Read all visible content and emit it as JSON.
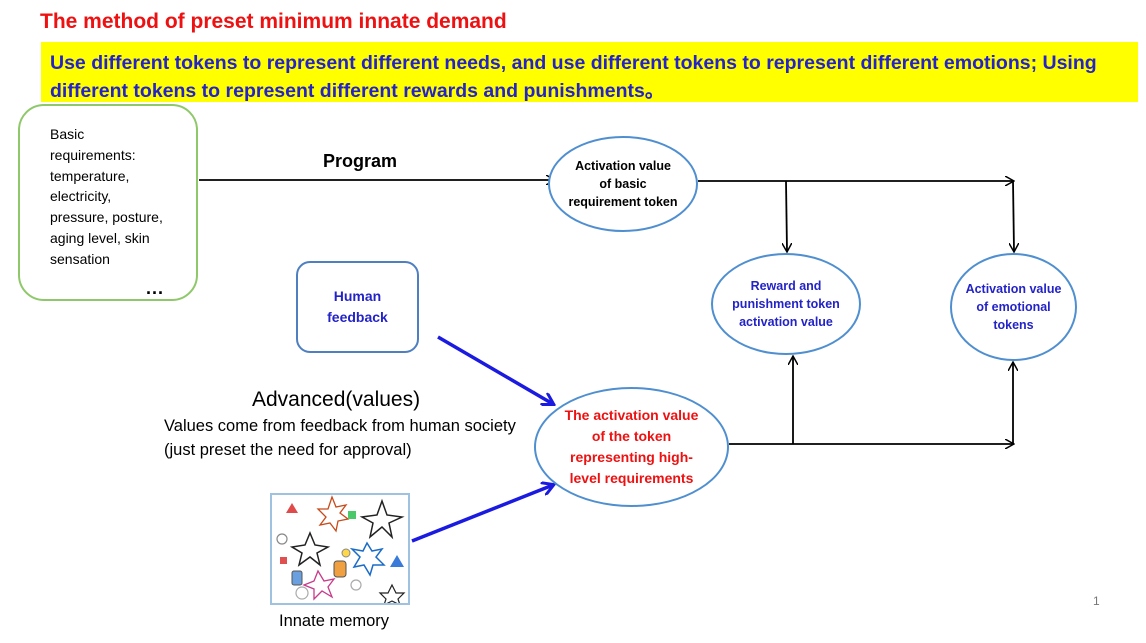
{
  "title": "The method of preset minimum innate demand",
  "banner": "Use different tokens to represent different needs, and use different tokens to represent different emotions; Using different tokens to represent different rewards and punishments。",
  "basic_requirements": {
    "lines": [
      "Basic",
      "requirements:",
      "temperature,",
      "electricity,",
      "pressure, posture,",
      "aging level, skin",
      "sensation"
    ],
    "ellipsis": "..."
  },
  "program_label": "Program",
  "human_feedback": "Human feedback",
  "nodes": {
    "basic_activation": "Activation value of basic requirement token",
    "reward_punishment": "Reward and punishment token activation value",
    "emotional": "Activation value of emotional tokens",
    "high_level": "The activation value of the token representing high-level requirements"
  },
  "advanced": {
    "title": "Advanced(values)",
    "description": "Values come from feedback from human society (just preset the need for approval)"
  },
  "innate_memory": "Innate memory",
  "page_number": "1",
  "colors": {
    "title_red": "#ee1111",
    "banner_yellow": "#ffff00",
    "banner_text_blue": "#2323c8",
    "green_box": "#8fc86a",
    "ellipse_border": "#4f8fd0",
    "blue_arrow": "#1a1ae0"
  }
}
